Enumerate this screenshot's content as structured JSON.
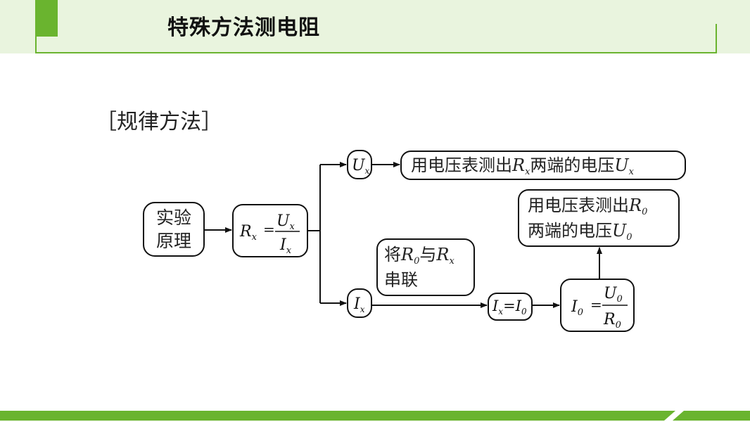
{
  "header": {
    "title": "特殊方法测电阻",
    "accent_color": "#6ab42f",
    "band_color": "#e9f4de"
  },
  "section": {
    "label": "［规律方法］"
  },
  "diagram": {
    "principle": {
      "line1": "实验",
      "line2": "原理"
    },
    "formula": {
      "lhs": "R",
      "lhs_sub": "x",
      "eq": "=",
      "num": "U",
      "num_sub": "x",
      "den": "I",
      "den_sub": "x"
    },
    "node_u": {
      "sym": "U",
      "sub": "x"
    },
    "node_i": {
      "sym": "I",
      "sub": "x"
    },
    "measure_u": {
      "pre": "用电压表测出",
      "r": "R",
      "r_sub": "x",
      "mid": "两端的电压",
      "u": "U",
      "u_sub": "x"
    },
    "series": {
      "pre": "将",
      "r0": "R",
      "r0_sub": "0",
      "mid": "与",
      "rx": "R",
      "rx_sub": "x",
      "line2": "串联"
    },
    "equal": {
      "a": "I",
      "a_sub": "x",
      "eq": "=",
      "b": "I",
      "b_sub": "0"
    },
    "i0_formula": {
      "lhs": "I",
      "lhs_sub": "0",
      "eq": "=",
      "num": "U",
      "num_sub": "0",
      "den": "R",
      "den_sub": "0"
    },
    "measure_r0": {
      "pre": "用电压表测出",
      "r": "R",
      "r_sub": "0",
      "line2": "两端的电压",
      "u": "U",
      "u_sub": "0"
    }
  },
  "footer": {
    "color": "#6ab42f"
  }
}
